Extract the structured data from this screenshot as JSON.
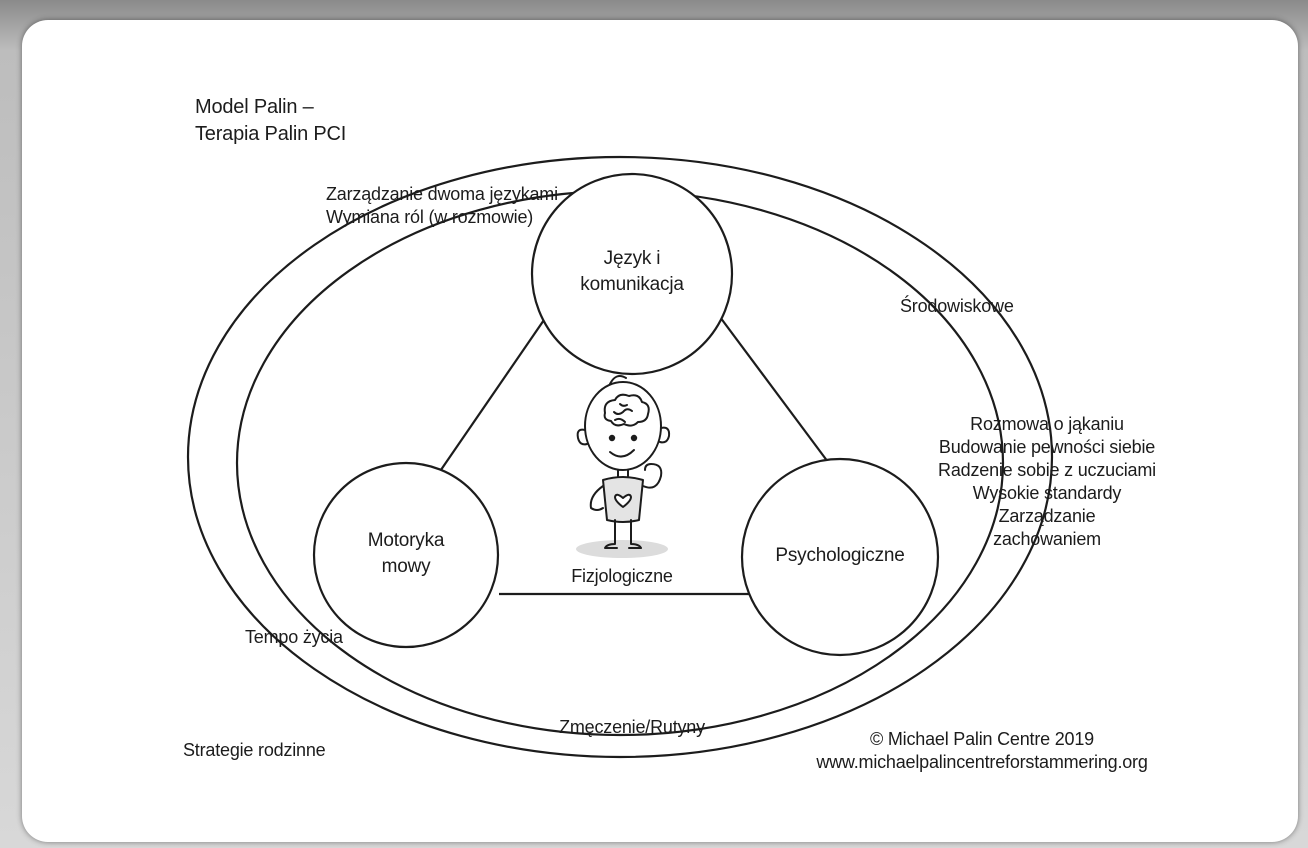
{
  "title": {
    "line1": "Model Palin –",
    "line2": "Terapia Palin PCI"
  },
  "nodes": {
    "language": {
      "line1": "Język i",
      "line2": "komunikacja"
    },
    "motor": {
      "line1": "Motoryka",
      "line2": "mowy"
    },
    "psych": "Psychologiczne"
  },
  "center_label": "Fizjologiczne",
  "language_notes": {
    "line1": "Zarządzanie dwoma językami",
    "line2": "Wymiana ról (w rozmowie)"
  },
  "environment_label": "Środowiskowe",
  "psych_notes": [
    "Rozmowa o jąkaniu",
    "Budowanie pewności siebie",
    "Radzenie sobie z uczuciami",
    "Wysokie standardy",
    "Zarządzanie",
    "zachowaniem"
  ],
  "tempo_label": "Tempo życia",
  "fatigue_label": "Zmęczenie/Rutyny",
  "family_label": "Strategie rodzinne",
  "copyright": {
    "line1": "© Michael Palin Centre 2019",
    "line2": "www.michaelpalincentreforstammering.org"
  },
  "colors": {
    "ink": "#1c1c1c",
    "background": "#ffffff",
    "frame": "#bdbdbd"
  },
  "icons": [
    "thinking-child-icon",
    "brain-icon",
    "heart-icon"
  ]
}
